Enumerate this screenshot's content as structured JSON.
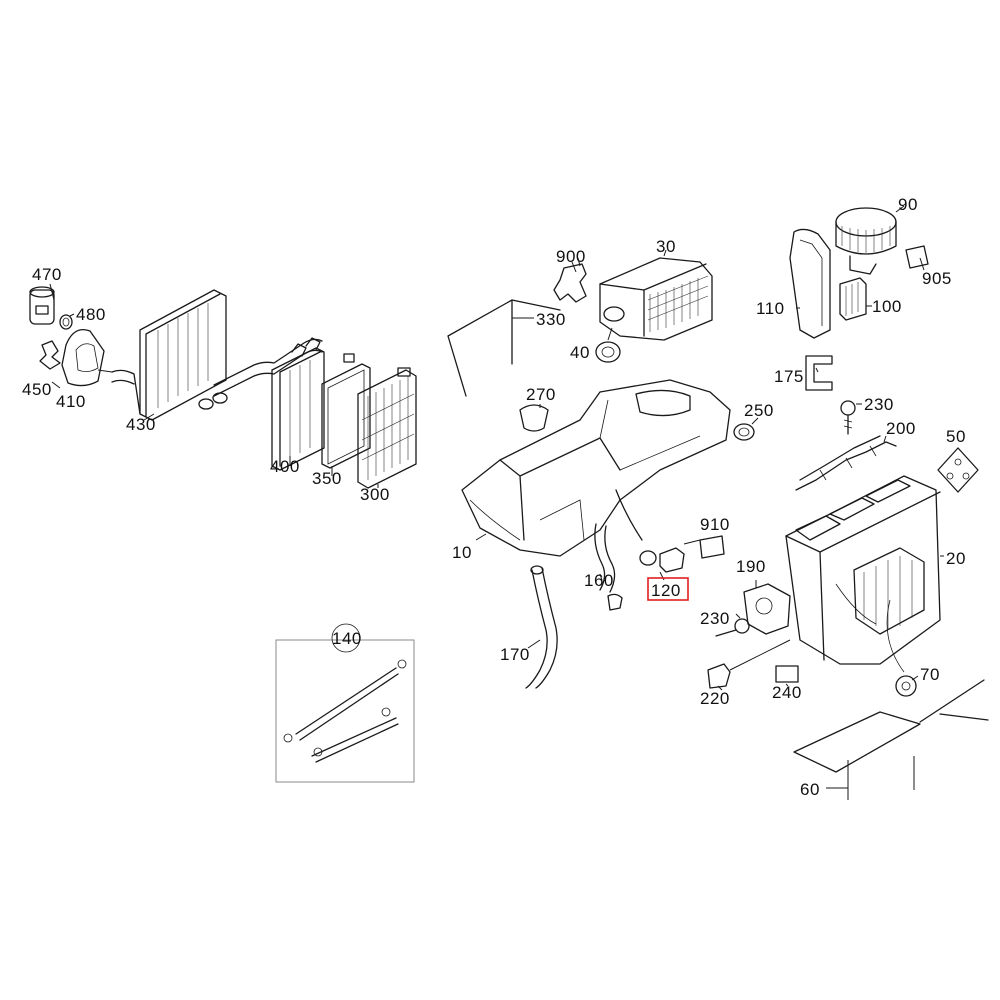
{
  "diagram": {
    "highlighted_part": "120",
    "highlight_color": "#e02020",
    "callouts": {
      "c470": "470",
      "c480": "480",
      "c450": "450",
      "c410": "410",
      "c430": "430",
      "c400": "400",
      "c350": "350",
      "c300": "300",
      "c900": "900",
      "c30": "30",
      "c330": "330",
      "c40": "40",
      "c90": "90",
      "c905": "905",
      "c110": "110",
      "c100": "100",
      "c175": "175",
      "c270": "270",
      "c250": "250",
      "c230a": "230",
      "c200": "200",
      "c50": "50",
      "c10": "10",
      "c910": "910",
      "c160": "160",
      "c120": "120",
      "c190": "190",
      "c20": "20",
      "c230b": "230",
      "c170": "170",
      "c220": "220",
      "c240": "240",
      "c70": "70",
      "c60": "60",
      "c140": "140"
    }
  }
}
